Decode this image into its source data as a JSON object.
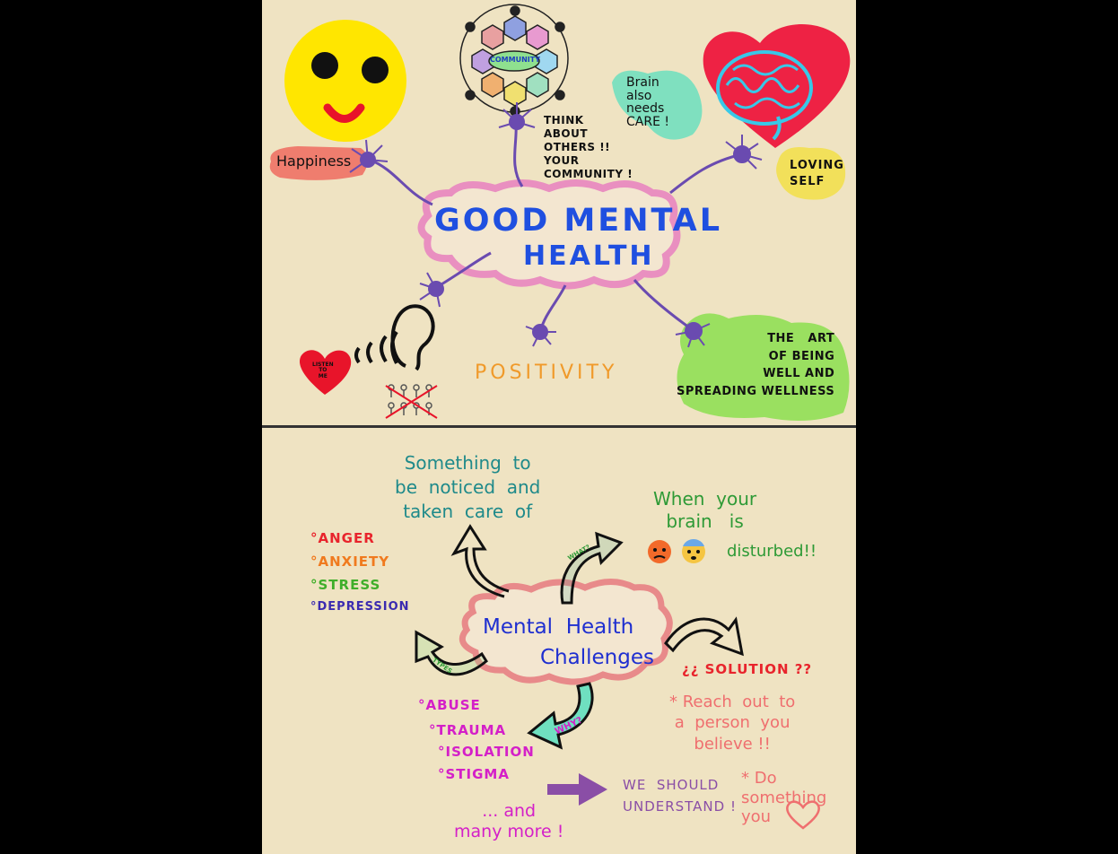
{
  "top": {
    "title_line1": "GOOD MENTAL",
    "title_line2": "HEALTH",
    "community_label": "COMMUNITY",
    "happiness": "Happiness",
    "think_others": "THINK\nABOUT\nOTHERS !!\nYOUR\nCOMMUNITY !",
    "brain_care": "Brain\nalso\nneeds\nCARE !",
    "loving_self": "LOVING\nSELF",
    "listen_to_me": "LISTEN\nTO\nME",
    "positivity": "POSITIVITY",
    "art_of_being": "THE   ART\nOF BEING\nWELL AND\nSPREADING WELLNESS"
  },
  "bottom": {
    "center_line1": "Mental  Health",
    "center_line2": "Challenges",
    "something_noticed": "Something  to\nbe  noticed  and\ntaken  care  of",
    "when_brain": "When  your\nbrain   is",
    "disturbed": "disturbed!!",
    "what_label": "WHAT?",
    "types_label": "TYPES",
    "why_label": "WHY?",
    "types": [
      {
        "label": "ANGER",
        "color": "#e8242c"
      },
      {
        "label": "ANXIETY",
        "color": "#f07a1e"
      },
      {
        "label": "STRESS",
        "color": "#3fae2a"
      },
      {
        "label": "DEPRESSION",
        "color": "#3b2bb0"
      }
    ],
    "causes": [
      "ABUSE",
      "TRAUMA",
      "ISOLATION",
      "STIGMA"
    ],
    "and_more": "... and\nmany more !",
    "solution_title": "¿¿ SOLUTION ??",
    "solution_reach": "* Reach  out  to\na  person  you\nbelieve !!",
    "we_should": "WE  SHOULD\nUNDERSTAND !",
    "do_something": "* Do\nsomething\nyou"
  },
  "colors": {
    "paper": "#efe3c2",
    "title_blue": "#1f4fe0",
    "cloud_pink": "#e98fc0",
    "neuron": "#6a4bb0",
    "teal": "#1f8a8a",
    "green": "#2e9a36",
    "magenta": "#d41fc8",
    "salmon": "#ef6f6f",
    "purple_text": "#8a4ea6"
  }
}
